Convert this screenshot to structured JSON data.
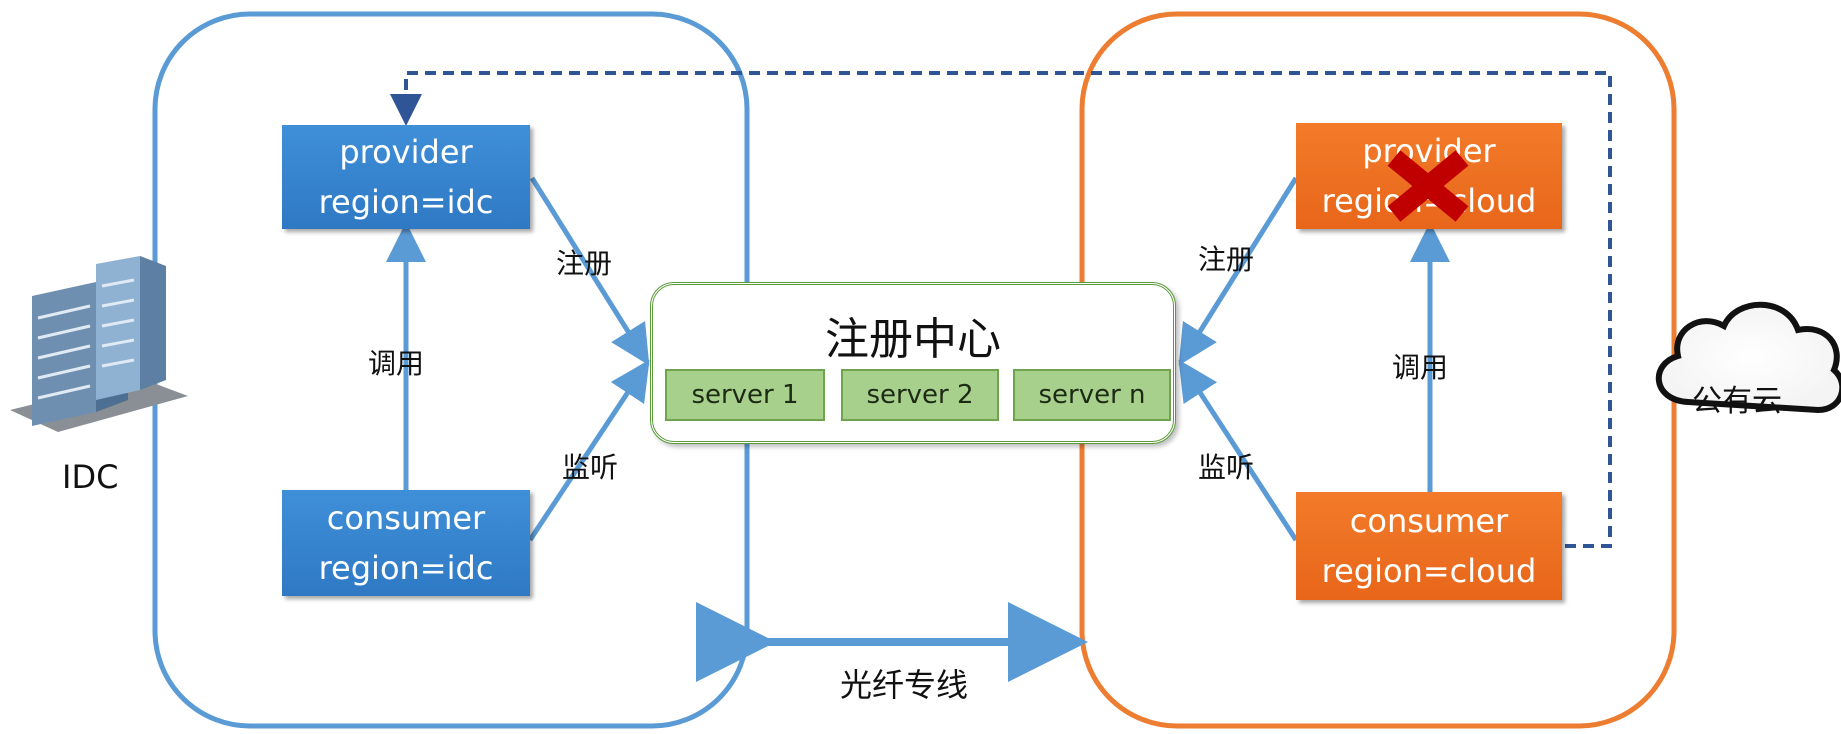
{
  "registry": {
    "title": "注册中心",
    "servers": [
      "server 1",
      "server 2",
      "server n"
    ]
  },
  "idc": {
    "label": "IDC",
    "provider": {
      "line1": "provider",
      "line2": "region=idc"
    },
    "consumer": {
      "line1": "consumer",
      "line2": "region=idc"
    },
    "register_label": "注册",
    "invoke_label": "调用",
    "listen_label": "监听"
  },
  "cloud": {
    "label": "公有云",
    "provider": {
      "line1": "provider",
      "line2": "region=cloud",
      "status": "failed"
    },
    "consumer": {
      "line1": "consumer",
      "line2": "region=cloud"
    },
    "register_label": "注册",
    "invoke_label": "调用",
    "listen_label": "监听"
  },
  "link_label": "光纤专线",
  "colors": {
    "idc_border": "#5b9bd5",
    "cloud_border": "#ed7d31",
    "arrow": "#5b9bd5",
    "dashed_failover": "#2f5597",
    "registry_border": "#5a9a3a",
    "server_fill": "#a8d08d",
    "cross": "#c00000"
  }
}
